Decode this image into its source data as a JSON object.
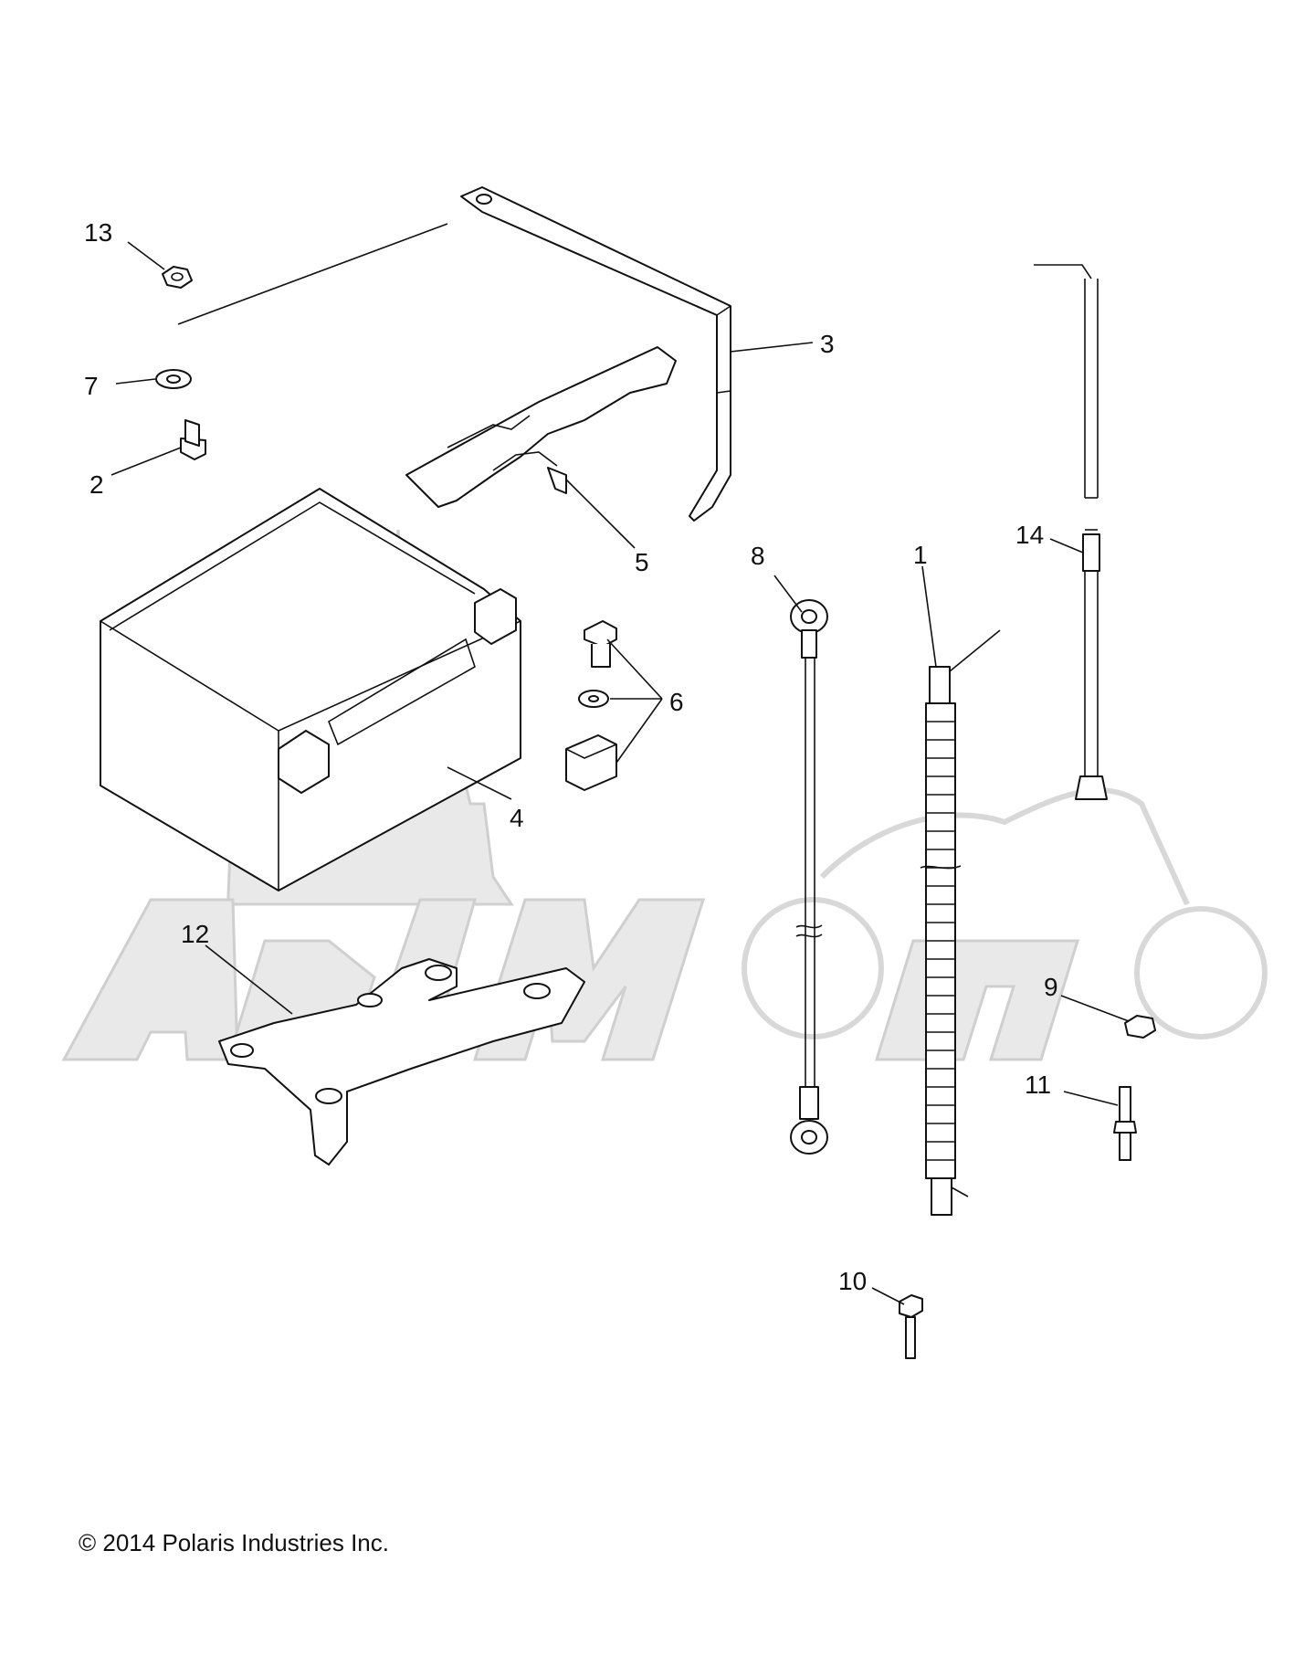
{
  "copyright": "© 2014 Polaris Industries Inc.",
  "callouts": [
    {
      "id": "1",
      "label": "1"
    },
    {
      "id": "2",
      "label": "2"
    },
    {
      "id": "3",
      "label": "3"
    },
    {
      "id": "4",
      "label": "4"
    },
    {
      "id": "5",
      "label": "5"
    },
    {
      "id": "6",
      "label": "6"
    },
    {
      "id": "7",
      "label": "7"
    },
    {
      "id": "8",
      "label": "8"
    },
    {
      "id": "9",
      "label": "9"
    },
    {
      "id": "10",
      "label": "10"
    },
    {
      "id": "11",
      "label": "11"
    },
    {
      "id": "12",
      "label": "12"
    },
    {
      "id": "13",
      "label": "13"
    },
    {
      "id": "14",
      "label": "14"
    }
  ],
  "colors": {
    "line": "#111111",
    "watermark": "#e9e9e9",
    "background": "#ffffff"
  }
}
